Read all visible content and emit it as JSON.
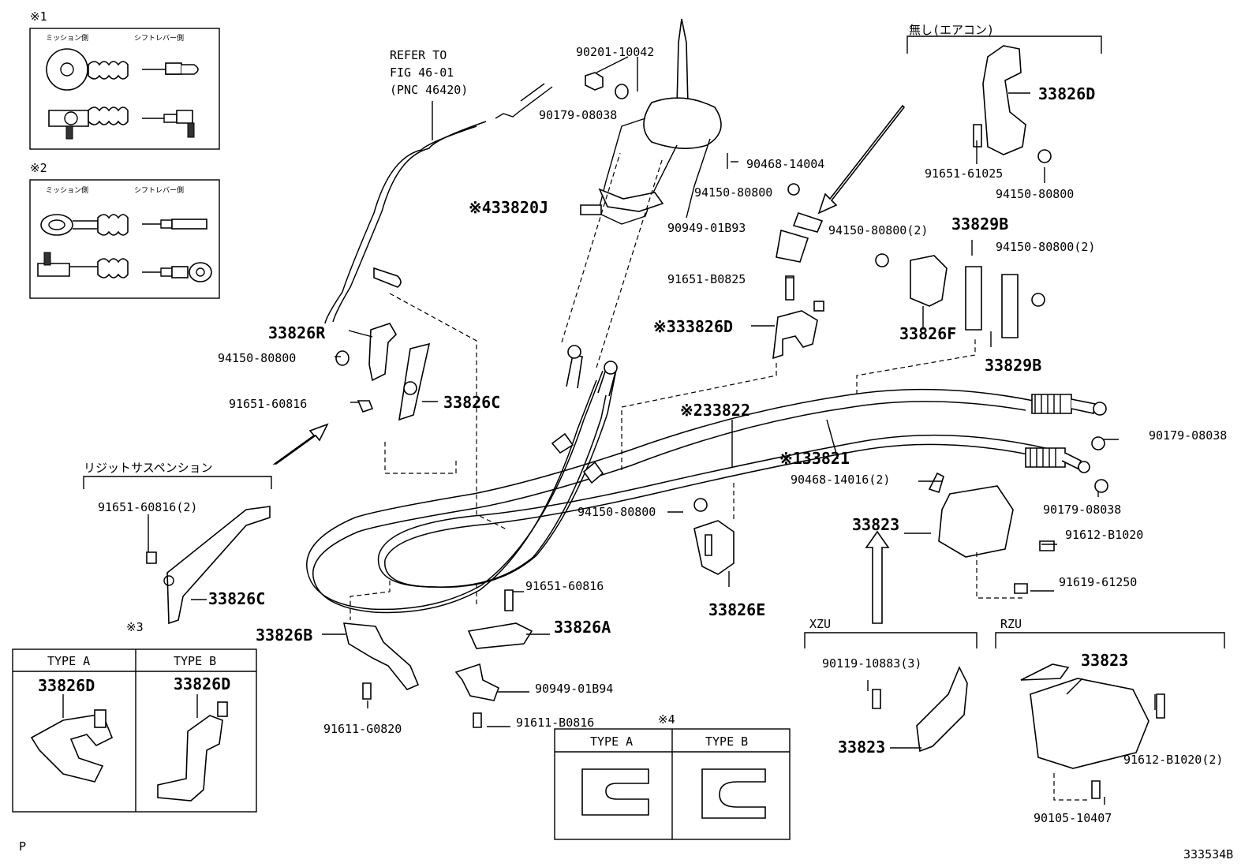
{
  "inset1": {
    "marker": "※1",
    "col_left": "ミッション側",
    "col_right": "シフトレバー側"
  },
  "inset2": {
    "marker": "※2",
    "col_left": "ミッション側",
    "col_right": "シフトレバー側"
  },
  "inset3": {
    "marker": "※3",
    "type_a": "TYPE A",
    "type_b": "TYPE B",
    "part_a": "33826D",
    "part_b": "33826D"
  },
  "inset4": {
    "marker": "※4",
    "type_a": "TYPE A",
    "type_b": "TYPE B"
  },
  "refer": {
    "line1": "REFER TO",
    "line2": "FIG 46-01",
    "line3": "(PNC 46420)"
  },
  "group_labels": {
    "nashi_aircon": "無し(エアコン)",
    "rigid_suspension": "リジットサスペンション",
    "xzu": "XZU",
    "rzu": "RZU"
  },
  "labels": {
    "p_90201_10042": "90201-10042",
    "p_90179_08038_top": "90179-08038",
    "p_90468_14004": "90468-14004",
    "p_94150_80800_mid": "94150-80800",
    "p_33820J": "※433820J",
    "p_90949_01B93": "90949-01B93",
    "p_91651_B0825": "91651-B0825",
    "p_33826D_mid": "※333826D",
    "p_33826D_top": "33826D",
    "p_91651_61025": "91651-61025",
    "p_94150_80800_tr": "94150-80800",
    "p_94150_80800_2a": "94150-80800(2)",
    "p_33829B_top": "33829B",
    "p_94150_80800_2b": "94150-80800(2)",
    "p_33826F": "33826F",
    "p_33829B_bot": "33829B",
    "p_33826R": "33826R",
    "p_94150_80800_left": "94150-80800",
    "p_91651_60816_left": "91651-60816",
    "p_33826C_mid": "33826C",
    "p_33822": "※233822",
    "p_33821": "※133821",
    "p_90179_08038_r1": "90179-08038",
    "p_90179_08038_r2": "90179-08038",
    "p_90468_14016": "90468-14016(2)",
    "p_33823_mid": "33823",
    "p_91612_B1020": "91612-B1020",
    "p_91619_61250": "91619-61250",
    "p_94150_80800_center": "94150-80800",
    "p_33826E": "33826E",
    "p_91651_60816_2": "91651-60816(2)",
    "p_33826C_low": "33826C",
    "p_91651_60816_center": "91651-60816",
    "p_33826A": "33826A",
    "p_33826B": "33826B",
    "p_90949_01B94": "90949-01B94",
    "p_91611_B0816": "91611-B0816",
    "p_91611_G0820": "91611-G0820",
    "p_90119_10883": "90119-10883(3)",
    "p_33823_xzu": "33823",
    "p_33823_rzu": "33823",
    "p_91612_B1020_2": "91612-B1020(2)",
    "p_90105_10407": "90105-10407"
  },
  "footer": {
    "left": "P",
    "right": "333534B"
  }
}
